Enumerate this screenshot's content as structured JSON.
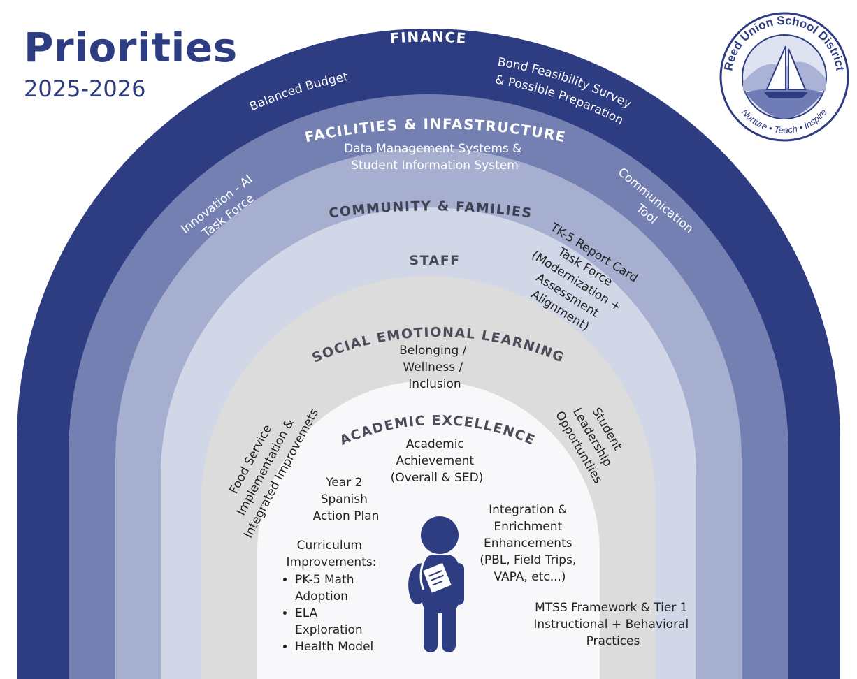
{
  "header": {
    "title": "Priorities",
    "year": "2025-2026"
  },
  "logo": {
    "name": "Reed Union School District",
    "tagline": "Nurture • Teach • Inspire"
  },
  "colors": {
    "finance": "#2e3c82",
    "facilities": "#7480b1",
    "community": "#a7afd0",
    "staff": "#d2d7e8",
    "sel": "#dcdcdc",
    "academic": "#f8f8fa",
    "figure": "#2e3c82",
    "title": "#2e3c82"
  },
  "bands": {
    "finance": {
      "label": "FINANCE",
      "items": [
        {
          "text": "Balanced Budget"
        },
        {
          "lines": [
            "Bond Feasibility Survey",
            "& Possible Preparation"
          ]
        }
      ]
    },
    "facilities": {
      "label": "FACILITIES & INFASTRUCTURE",
      "items": [
        {
          "lines": [
            "Data  Management Systems &",
            "Student Information System"
          ]
        },
        {
          "lines": [
            "Innovation - AI",
            "Task Force"
          ]
        },
        {
          "lines": [
            "Communication",
            "Tool"
          ]
        }
      ]
    },
    "community": {
      "label": "COMMUNITY & FAMILIES"
    },
    "staff": {
      "label": "STAFF",
      "items": [
        {
          "lines": [
            "TK-5 Report Card",
            "Task Force",
            "(Modernization +",
            "Assessment",
            "Alignment)"
          ]
        }
      ]
    },
    "sel": {
      "label": "SOCIAL EMOTIONAL LEARNING",
      "items": [
        {
          "lines": [
            "Belonging /",
            "Wellness /",
            "Inclusion"
          ]
        },
        {
          "lines": [
            "Food Service",
            "Implementation &",
            "Integrated Improvemets"
          ]
        },
        {
          "lines": [
            "Student",
            "Leadership",
            "Opportuntiies"
          ]
        }
      ]
    },
    "academic": {
      "label": "ACADEMIC EXCELLENCE",
      "items": [
        {
          "lines": [
            "Academic",
            "Achievement",
            "(Overall & SED)"
          ]
        },
        {
          "lines": [
            "Year 2",
            "Spanish",
            "Action Plan"
          ]
        },
        {
          "lines": [
            "Curriculum",
            "Improvements:"
          ]
        },
        {
          "lines": [
            "Integration &",
            "Enrichment",
            "Enhancements",
            "(PBL, Field Trips,",
            "VAPA, etc...)"
          ]
        },
        {
          "lines": [
            "MTSS Framework & Tier 1",
            "Instructional + Behavioral",
            "Practices"
          ]
        }
      ],
      "bullets": [
        "PK-5 Math",
        "Adoption",
        "ELA",
        "Exploration",
        "Health Model"
      ]
    }
  }
}
